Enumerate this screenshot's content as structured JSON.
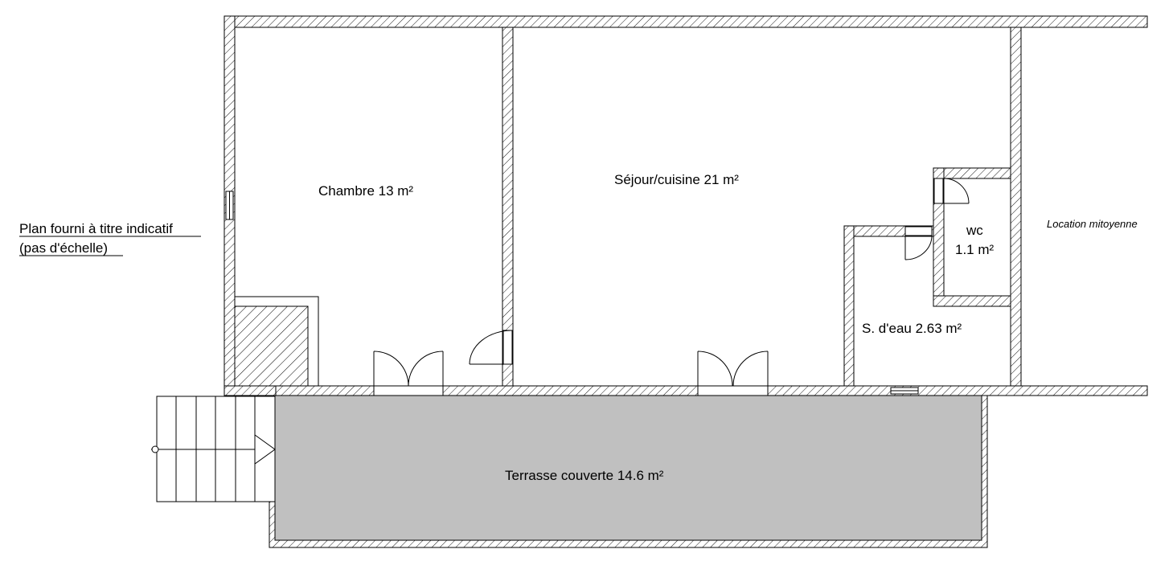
{
  "note": {
    "line1": "Plan fourni à titre indicatif",
    "line2": "(pas d'échelle)"
  },
  "rooms": {
    "chambre": "Chambre 13 m²",
    "sejour": "Séjour/cuisine 21 m²",
    "wc_name": "wc",
    "wc_area": "1.1 m²",
    "salle_eau": "S. d'eau 2.63 m²",
    "terrasse": "Terrasse couverte 14.6 m²"
  },
  "neighbour": "Location mitoyenne",
  "colors": {
    "wall_hatch": "#000000",
    "terrace_fill": "#c0c0c0",
    "background": "#ffffff"
  }
}
